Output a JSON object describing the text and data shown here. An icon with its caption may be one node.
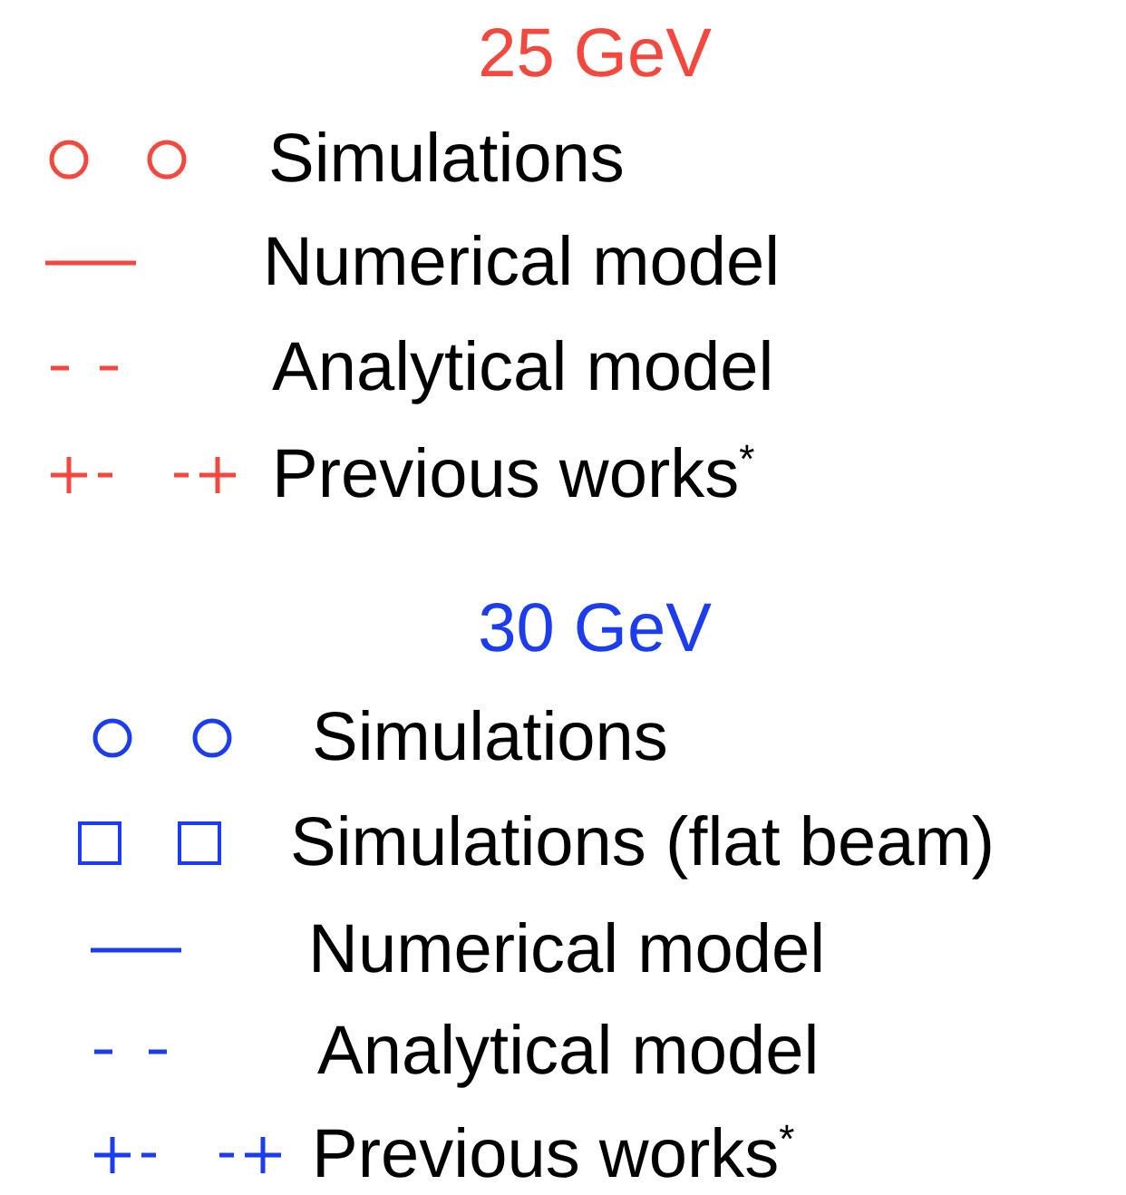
{
  "diagram": {
    "labels": [
      "25 GeV",
      "30 GeV"
    ],
    "legend": [
      {
        "text": "Simulations"
      },
      {
        "text": "Numerical model"
      },
      {
        "text": "Analytical model"
      },
      {
        "text": "Previous works$^{*}$"
      },
      {
        "text": "Simulations"
      },
      {
        "text": "Simulations (flat beam)"
      },
      {
        "text": "Numerical model"
      },
      {
        "text": "Analytical model"
      },
      {
        "text": "Previous works$^{*}$"
      }
    ]
  }
}
